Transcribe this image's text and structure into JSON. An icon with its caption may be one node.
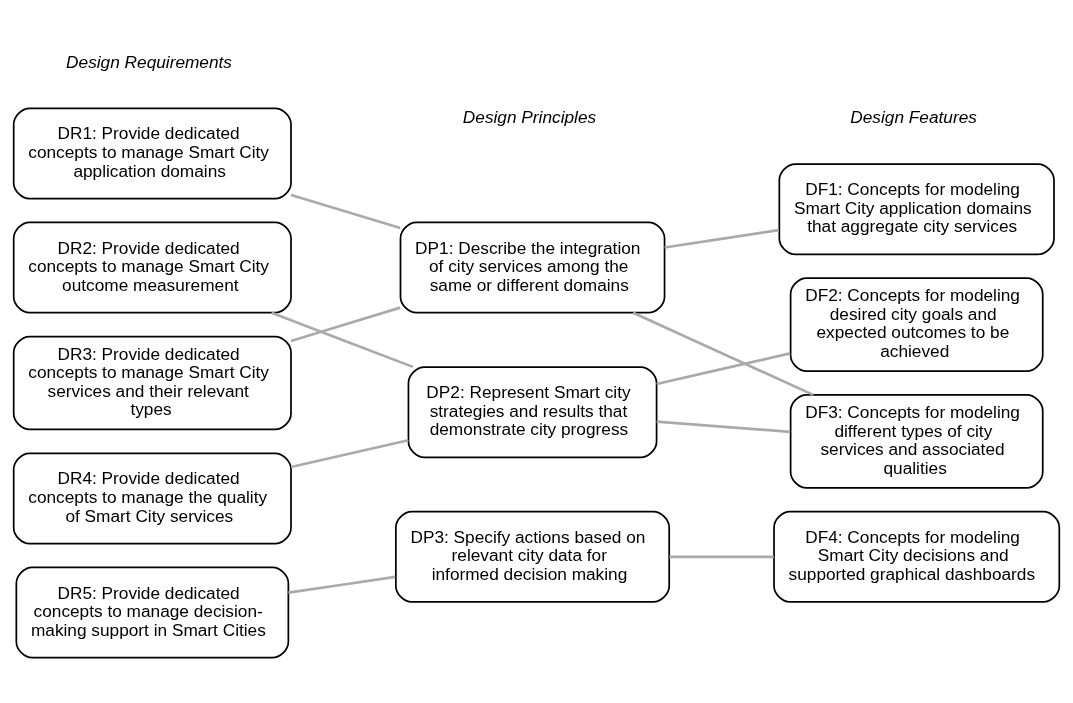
{
  "diagram": {
    "nodes": [
      {
        "text": [
          "DR1: Provide dedicated concepts to manage Smart City application domains"
        ]
      },
      {
        "text": [
          "DR2: Provide dedicated concepts to manage Smart City outcome measurement"
        ]
      },
      {
        "text": [
          "DR3: Provide dedicated concepts to manage Smart City services and their relevant types"
        ]
      },
      {
        "text": [
          "DR4: Provide dedicated concepts to manage the quality of Smart City services"
        ]
      },
      {
        "text": [
          "DR5: Provide dedicated concepts to manage decision-making support in Smart Cities"
        ]
      },
      {
        "text": [
          "DP1: Describe the integration of city services among the same or different domains"
        ]
      },
      {
        "text": [
          "DP2: Represent Smart city strategies and results that demonstrate city progress"
        ]
      },
      {
        "text": [
          "DP3: Specify actions based on relevant city data for informed decision making"
        ]
      },
      {
        "text": [
          "DF1: Concepts for modeling Smart City application domains that aggregate city services"
        ]
      },
      {
        "text": [
          "DF2: Concepts for modeling desired city goals and expected outcomes to be achieved"
        ]
      },
      {
        "text": [
          "DF3: Concepts for modeling different types of city services and associated qualities"
        ]
      },
      {
        "text": [
          "DF4: Concepts for modeling Smart City decisions and supported graphical dashboards"
        ]
      }
    ],
    "edges": [
      {
        "from": 0,
        "to": 5,
        "arrow": "none"
      },
      {
        "from": 2,
        "to": 5,
        "arrow": "none"
      },
      {
        "from": 1,
        "to": 6,
        "arrow": "none"
      },
      {
        "from": 3,
        "to": 6,
        "arrow": "none"
      },
      {
        "from": 4,
        "to": 7,
        "arrow": "none"
      },
      {
        "from": 5,
        "to": 8,
        "arrow": "none"
      },
      {
        "from": 5,
        "to": 10,
        "arrow": "none"
      },
      {
        "from": 6,
        "to": 9,
        "arrow": "none"
      },
      {
        "from": 6,
        "to": 10,
        "arrow": "none"
      },
      {
        "from": 7,
        "to": 11,
        "arrow": "none"
      }
    ],
    "labels": [
      "Design Requirements",
      "Design Principles",
      "Design Features"
    ]
  }
}
